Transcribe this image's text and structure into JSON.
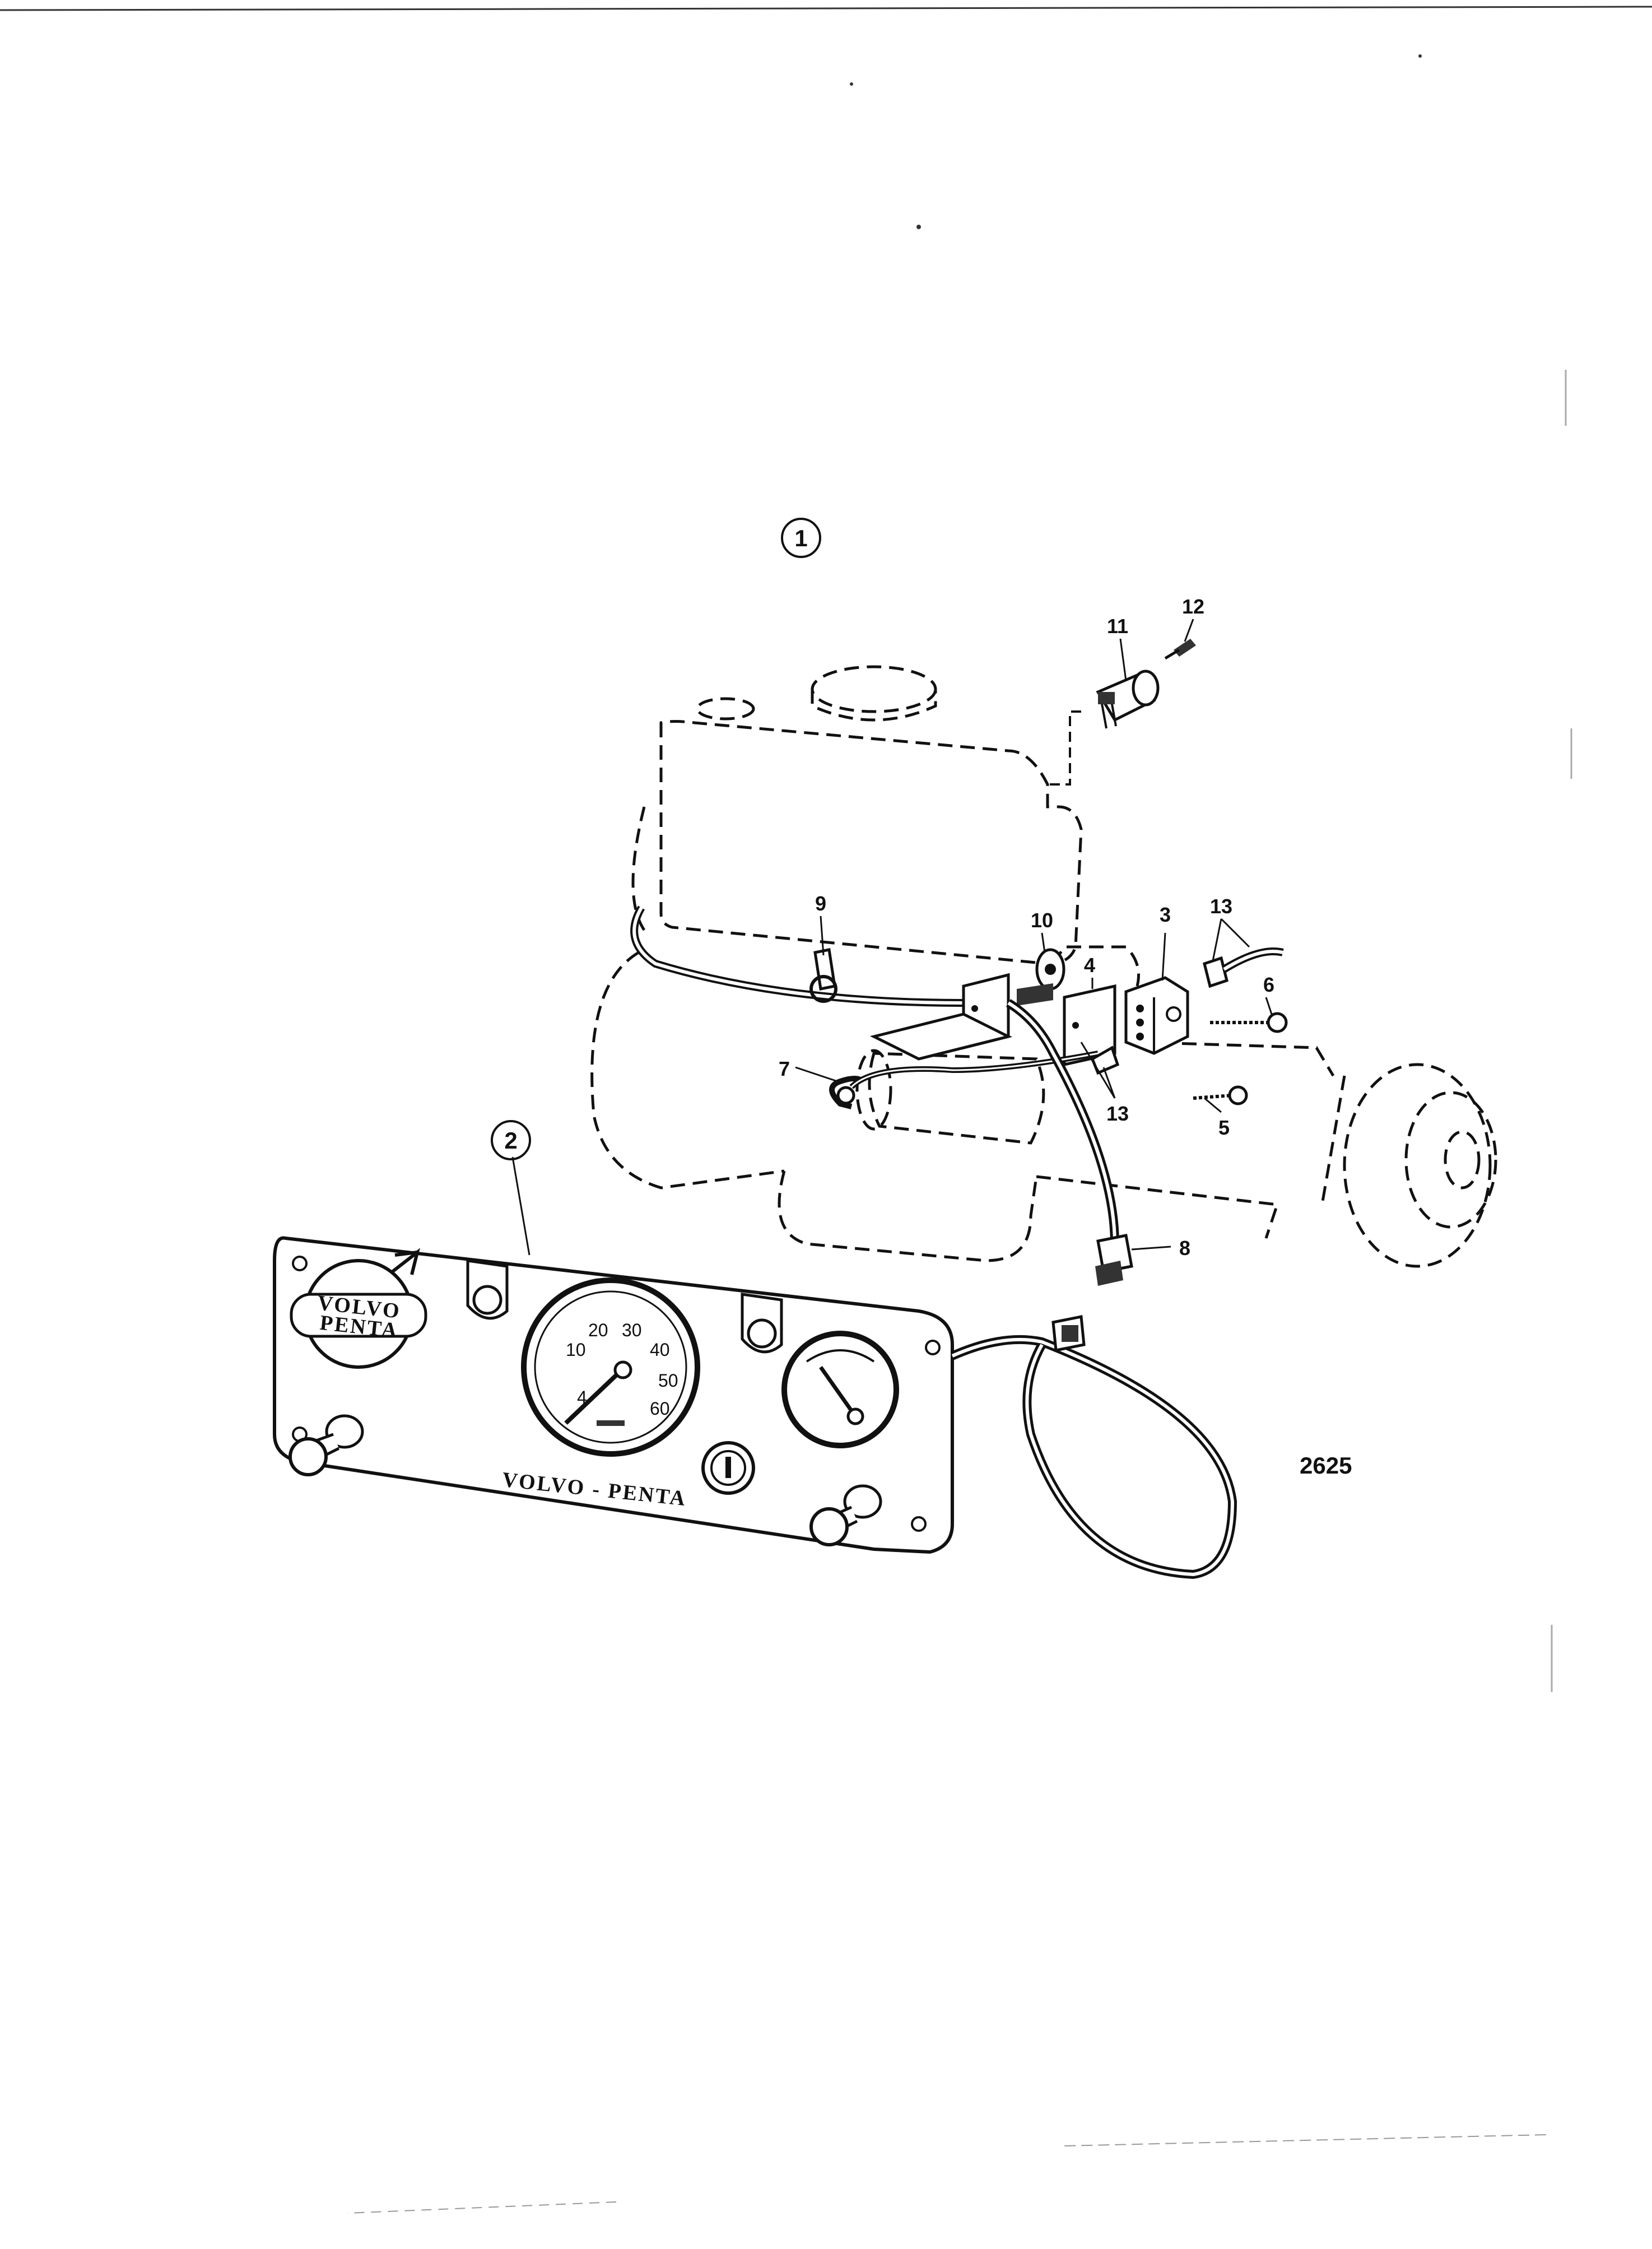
{
  "callouts": {
    "assembly_1": "1",
    "assembly_2": "2",
    "part_3": "3",
    "part_4": "4",
    "part_5": "5",
    "part_6": "6",
    "part_7": "7",
    "part_8": "8",
    "part_9": "9",
    "part_10": "10",
    "part_11": "11",
    "part_12": "12",
    "part_13_top": "13",
    "part_13_bottom": "13"
  },
  "figure_number": "2625",
  "panel": {
    "logo_line1": "VOLVO",
    "logo_line2": "PENTA",
    "brand_text": "VOLVO - PENTA"
  },
  "tachometer": {
    "ticks": [
      "4",
      "10",
      "20",
      "30",
      "40",
      "50",
      "60"
    ]
  }
}
